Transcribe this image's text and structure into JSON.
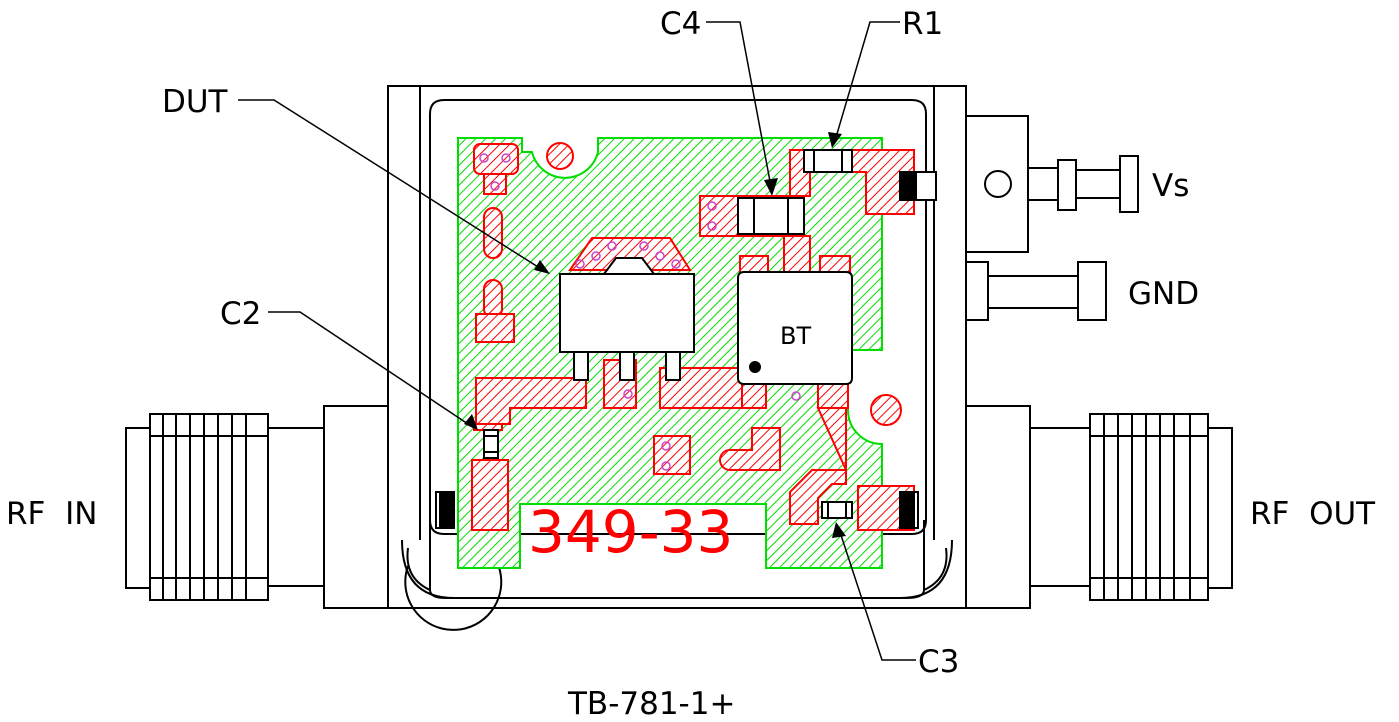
{
  "labels": {
    "c4": "C4",
    "r1": "R1",
    "dut": "DUT",
    "vs": "Vs",
    "gnd": "GND",
    "c2": "C2",
    "bt": "BT",
    "rf_in": "RF  IN",
    "rf_out": "RF  OUT",
    "c3": "C3"
  },
  "part_number": "349-33",
  "board_id": "TB-781-1+",
  "colors": {
    "outline": "#000000",
    "copper": "#ff0000",
    "ground": "#00dd00",
    "via": "#cc44cc"
  }
}
